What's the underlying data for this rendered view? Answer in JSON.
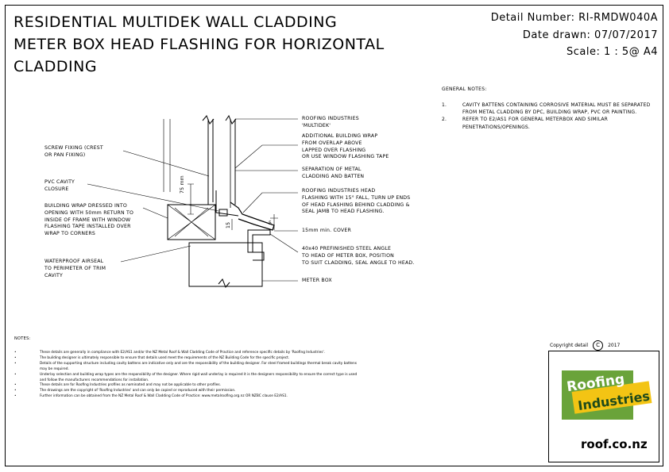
{
  "title_lines": [
    "RESIDENTIAL MULTIDEK WALL CLADDING",
    "METER BOX HEAD FLASHING FOR HORIZONTAL",
    "CLADDING"
  ],
  "info": {
    "detail_number": "Detail Number:  RI-RMDW040A",
    "date_drawn": "Date drawn:  07/07/2017",
    "scale": "Scale:   1 : 5@ A4"
  },
  "general_notes": {
    "title": "GENERAL NOTES:",
    "items": [
      {
        "num": "1.",
        "text": "CAVITY BATTENS CONTAINING CORROSIVE MATERIAL MUST BE SEPARATED FROM METAL CLADDING BY DPC, BUILDING WRAP, PVC OR PAINTING."
      },
      {
        "num": "2.",
        "text": "REFER TO E2/AS1 FOR GENERAL METERBOX AND SIMILAR PENETRATIONS/OPENINGS."
      }
    ]
  },
  "labels": {
    "roofing_multidek": "ROOFING INDUSTRIES\n'MULTIDEK'",
    "building_wrap": "ADDITIONAL BUILDING WRAP\nFROM OVERLAP ABOVE\nLAPPED OVER FLASHING\nOR USE WINDOW FLASHING TAPE",
    "separation": "SEPARATION OF METAL\nCLADDING AND BATTEN",
    "head_flashing": "ROOFING INDUSTRIES HEAD\nFLASHING WITH 15° FALL, TURN UP ENDS\nOF HEAD FLASHING BEHIND CLADDING &\nSEAL JAMB TO HEAD FLASHING.",
    "cover": "15mm min. COVER",
    "angle": "40x40 PREFINISHED STEEL ANGLE\nTO HEAD OF METER BOX, POSITION\nTO SUIT CLADDING, SEAL ANGLE TO HEAD.",
    "meter_box": "METER BOX",
    "screw": "SCREW FIXING (CREST\nOR PAN FIXING)",
    "pvc_cavity": "PVC CAVITY\nCLOSURE",
    "wrap_dressed": "BUILDING WRAP DRESSED INTO\nOPENING WITH 50mm RETURN TO\nINSIDE OF FRAME WITH WINDOW\nFLASHING TAPE INSTALLED OVER\nWRAP TO CORNERS",
    "airseal": "WATERPROOF AIRSEAL\nTO PERIMETER OF TRIM\nCAVITY",
    "dim_75": "75 mm",
    "dim_15": "15",
    "dim_5": "5"
  },
  "notes": {
    "title": "NOTES:",
    "items": [
      "These details are generally in compliance with E2/AS1 and/or the NZ Metal Roof & Wall Cladding Code of Practice and reference specific details by 'Roofing Industries'.",
      "The building designer is ultimately responsible to ensure that details used meet the requirements of the NZ Building Code for the specific project.",
      "Details of the supporting structure including cavity battens are indicative only and are the responsibility of the building designer. For steel framed buildings thermal break cavity battens may be required.",
      "Underlay selection and building wrap types are the responsibility of the designer. Where rigid wall underlay is required it is the designers responsibility to ensure the correct type is used and follow the manufacturers recommendations for installation.",
      "These details are for Roofing Industries profiles as nominated and may not be applicable to other profiles.",
      "The drawings are the copyright of 'Roofing Industries' and can only be copied or reproduced with their permission.",
      "Further information can be obtained from the NZ Metal Roof & Wall Cladding Code of Practice: www.metalroofing.org.nz OR NZBC clause E2/AS1."
    ]
  },
  "copyright": {
    "text": "Copyright detail",
    "symbol": "C",
    "year": "2017"
  },
  "logo": {
    "line1": "Roofing",
    "line2": "Industries",
    "url": "roof.co.nz",
    "green": "#6aa33a",
    "yellow": "#f3c414"
  }
}
